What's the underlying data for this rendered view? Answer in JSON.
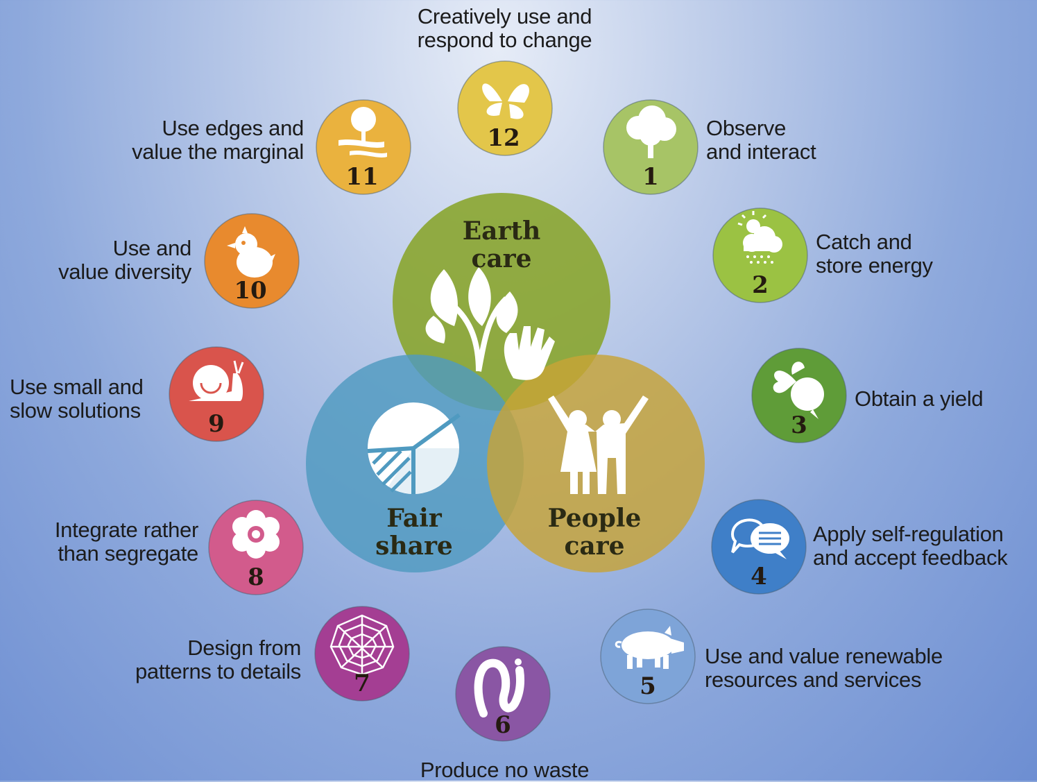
{
  "core": {
    "earth_care": {
      "line1": "Earth",
      "line2": "care",
      "color": "#8aa52f"
    },
    "fair_share": {
      "line1": "Fair",
      "line2": "share",
      "color": "#4f9ac0"
    },
    "people_care": {
      "line1": "People",
      "line2": "care",
      "color": "#c7a437"
    }
  },
  "principles": [
    {
      "number": "1",
      "label_line1": "Observe",
      "label_line2": "and interact",
      "icon": "tree-icon",
      "color": "#a7c466"
    },
    {
      "number": "2",
      "label_line1": "Catch and",
      "label_line2": "store energy",
      "icon": "sun-cloud-rain-icon",
      "color": "#9bc243"
    },
    {
      "number": "3",
      "label_line1": "Obtain a yield",
      "label_line2": "",
      "icon": "radish-icon",
      "color": "#5f9c38"
    },
    {
      "number": "4",
      "label_line1": "Apply self-regulation",
      "label_line2": "and accept feedback",
      "icon": "speech-bubbles-icon",
      "color": "#3f7fc8"
    },
    {
      "number": "5",
      "label_line1": "Use and value renewable",
      "label_line2": "resources and services",
      "icon": "pig-icon",
      "color": "#7ea4d8"
    },
    {
      "number": "6",
      "label_line1": "Produce no waste",
      "label_line2": "",
      "icon": "worm-icon",
      "color": "#8a56a4"
    },
    {
      "number": "7",
      "label_line1": "Design from",
      "label_line2": "patterns to details",
      "icon": "spider-web-icon",
      "color": "#a43e93"
    },
    {
      "number": "8",
      "label_line1": "Integrate rather",
      "label_line2": "than segregate",
      "icon": "flower-icon",
      "color": "#d25b8c"
    },
    {
      "number": "9",
      "label_line1": "Use small and",
      "label_line2": "slow solutions",
      "icon": "snail-icon",
      "color": "#d9544c"
    },
    {
      "number": "10",
      "label_line1": "Use and",
      "label_line2": "value diversity",
      "icon": "chick-icon",
      "color": "#e88a2e"
    },
    {
      "number": "11",
      "label_line1": "Use edges and",
      "label_line2": "value the marginal",
      "icon": "river-tree-icon",
      "color": "#eab23e"
    },
    {
      "number": "12",
      "label_line1": "Creatively use and",
      "label_line2": "respond to change",
      "icon": "butterfly-icon",
      "color": "#e3c64a"
    }
  ]
}
